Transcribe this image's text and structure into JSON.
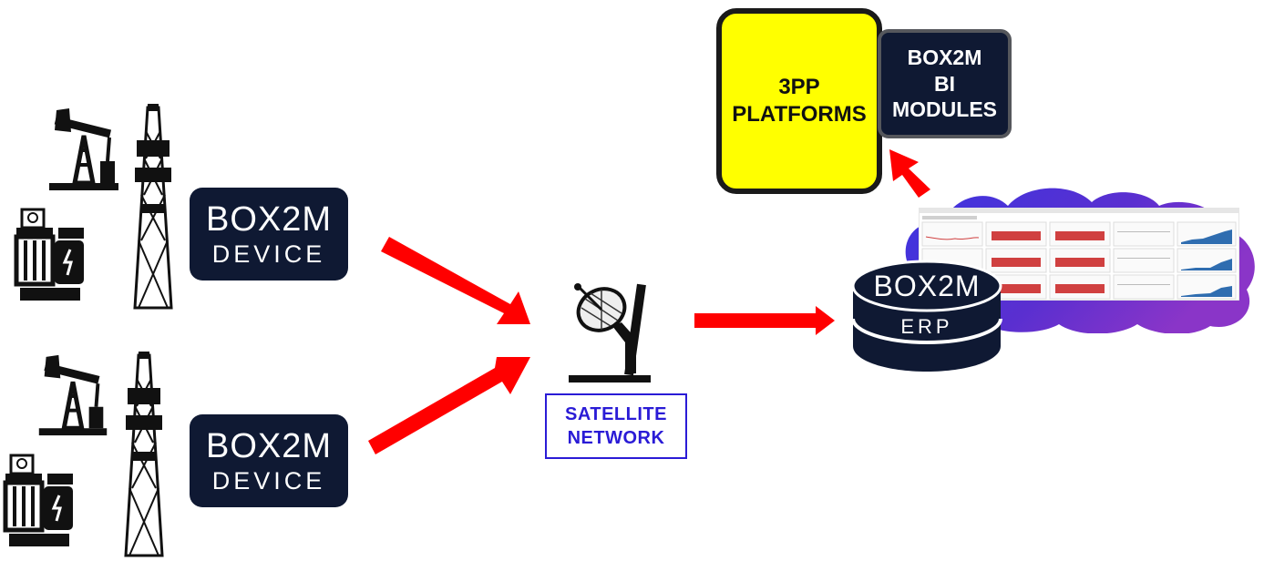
{
  "devices": [
    {
      "brand": "BOX2M",
      "label": "DEVICE"
    },
    {
      "brand": "BOX2M",
      "label": "DEVICE"
    }
  ],
  "satellite": {
    "line1": "SATELLITE",
    "line2": "NETWORK"
  },
  "erp": {
    "brand": "BOX2M",
    "label": "ERP"
  },
  "platforms": {
    "line1": "3PP",
    "line2": "PLATFORMS"
  },
  "bi": {
    "line1": "BOX2M",
    "line2": "BI",
    "line3": "MODULES"
  },
  "colors": {
    "arrow": "#ff0000",
    "device_bg": "#0f1933",
    "platform_bg": "#ffff00",
    "satellite_text": "#2a1bd6",
    "cloud": "#5b2fd0"
  }
}
